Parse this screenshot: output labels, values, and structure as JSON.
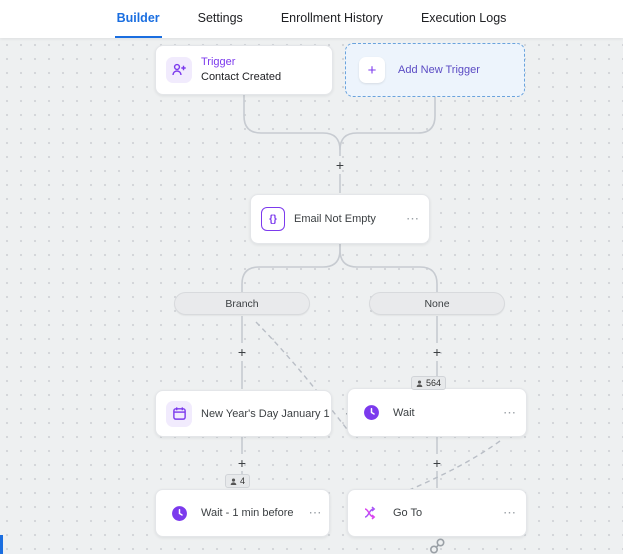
{
  "tabs": {
    "builder": "Builder",
    "settings": "Settings",
    "enrollment": "Enrollment History",
    "execution": "Execution Logs"
  },
  "glyphs": {
    "plus": "+",
    "ellipsis": "⋯"
  },
  "nodes": {
    "trigger": {
      "title": "Trigger",
      "subtitle": "Contact Created",
      "icon": "person-plus-icon"
    },
    "add_trigger": {
      "label": "Add New Trigger",
      "icon": "plus-icon"
    },
    "condition": {
      "label": "Email Not Empty",
      "icon": "braces-icon",
      "braces": "{}"
    },
    "branch_left": {
      "label": "Branch"
    },
    "branch_right": {
      "label": "None"
    },
    "newyear": {
      "label": "New Year's Day January 1",
      "icon": "calendar-icon"
    },
    "wait": {
      "label": "Wait",
      "icon": "clock-icon"
    },
    "wait_before": {
      "label": "Wait - 1 min before",
      "icon": "clock-icon"
    },
    "goto": {
      "label": "Go To",
      "icon": "goto-arrows-icon"
    }
  },
  "badges": {
    "none_branch_count": "564",
    "left_branch_count": "4"
  },
  "colors": {
    "accent_purple": "#7c3aed",
    "tab_active_blue": "#1a6ee0",
    "add_trigger_border": "#6aa3dd",
    "canvas_bg": "#eef0f1",
    "connector": "#c7cbd1"
  }
}
